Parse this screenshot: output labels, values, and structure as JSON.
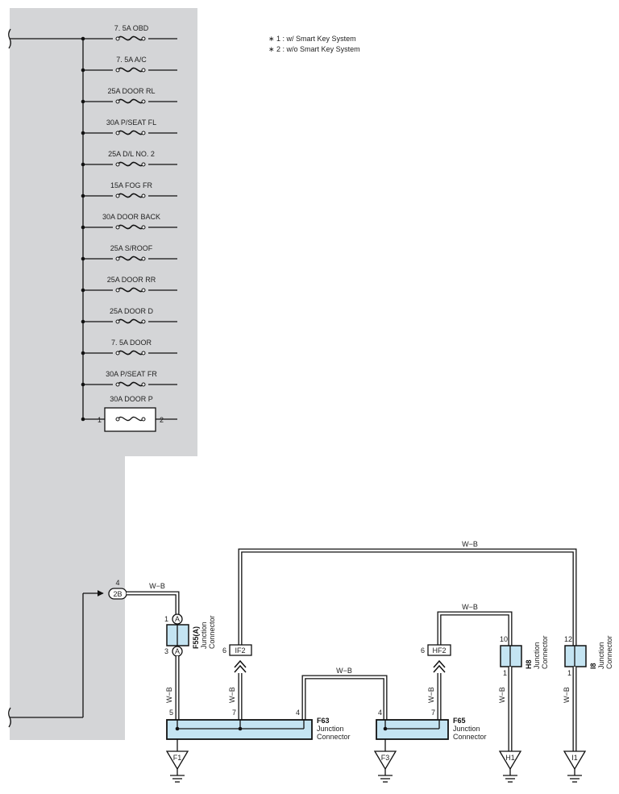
{
  "notes": [
    "∗ 1 : w/ Smart Key System",
    "∗ 2 : w/o Smart Key System"
  ],
  "fuses": [
    "7. 5A OBD",
    "7. 5A A/C",
    "25A DOOR RL",
    "30A P/SEAT FL",
    "25A D/L NO. 2",
    "15A FOG FR",
    "30A DOOR BACK",
    "25A S/ROOF",
    "25A DOOR RR",
    "25A DOOR D",
    "7. 5A DOOR",
    "30A P/SEAT FR"
  ],
  "breaker": {
    "label": "30A DOOR P",
    "pin_left": "1",
    "pin_right": "2"
  },
  "wire_color": "W−B",
  "connector_2B": {
    "code": "2B",
    "pin": "4"
  },
  "f55": {
    "name": "F55(A)",
    "desc1": "Junction",
    "desc2": "Connector",
    "pin_top": "1",
    "pin_bottom": "3",
    "letter": "A"
  },
  "inline_connectors": [
    {
      "code": "IF2",
      "pin": "6"
    },
    {
      "code": "HF2",
      "pin": "6"
    }
  ],
  "f63": {
    "name": "F63",
    "desc1": "Junction",
    "desc2": "Connector",
    "pins": [
      "5",
      "7",
      "4"
    ]
  },
  "f65": {
    "name": "F65",
    "desc1": "Junction",
    "desc2": "Connector",
    "pins": [
      "4",
      "7"
    ]
  },
  "h8": {
    "name": "H8",
    "desc1": "Junction",
    "desc2": "Connector",
    "pin_top": "10",
    "pin_bottom": "1"
  },
  "i8": {
    "name": "I8",
    "desc1": "Junction",
    "desc2": "Connector",
    "pin_top": "12",
    "pin_bottom": "1"
  },
  "grounds": [
    "F1",
    "F3",
    "H1",
    "I1"
  ],
  "colors": {
    "panel": "#d4d5d7",
    "connector_fill": "#c4e4f2",
    "line": "#111111"
  }
}
